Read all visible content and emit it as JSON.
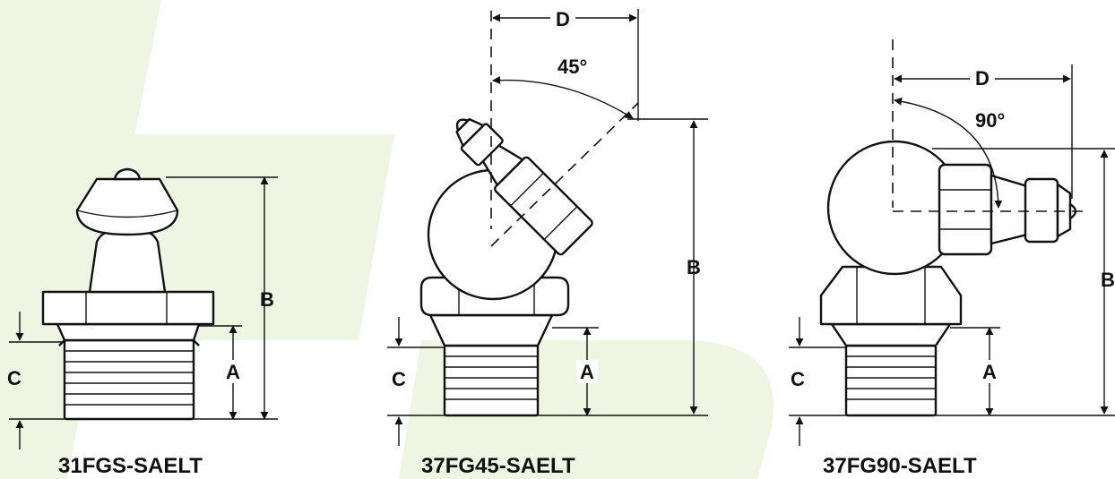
{
  "colors": {
    "watermark": "#eef5e3",
    "ink": "#111111"
  },
  "watermark": {
    "icon": "brand-watermark-shape"
  },
  "fittings": [
    {
      "model": "31FGS-SAELT",
      "dims": {
        "a": "A",
        "b": "B",
        "c": "C"
      }
    },
    {
      "model": "37FG45-SAELT",
      "angle": "45°",
      "dims": {
        "a": "A",
        "b": "B",
        "c": "C",
        "d": "D"
      }
    },
    {
      "model": "37FG90-SAELT",
      "angle": "90°",
      "dims": {
        "a": "A",
        "b": "B",
        "c": "C",
        "d": "D"
      }
    }
  ]
}
